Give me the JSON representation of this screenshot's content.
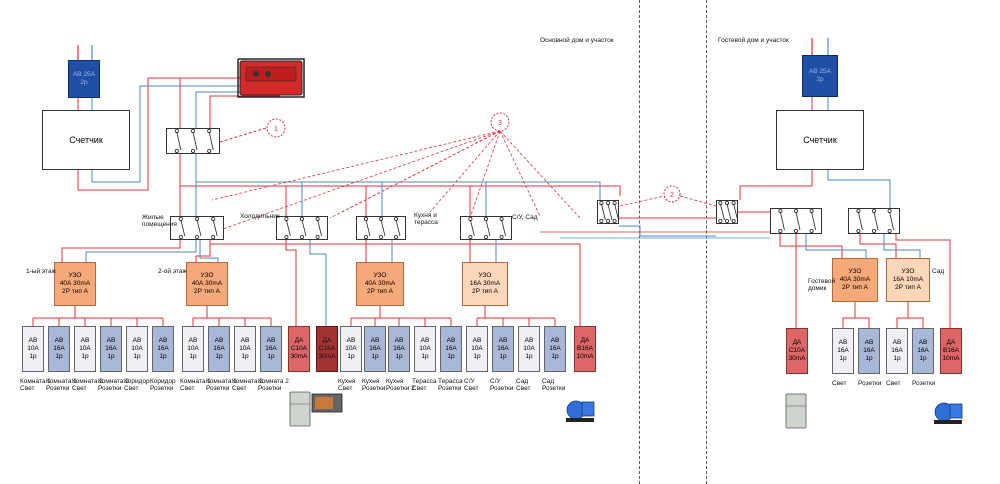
{
  "zones": {
    "main_title": "Основной дом и участок",
    "guest_title": "Гостевой дом и участок"
  },
  "main": {
    "intro_breaker": [
      "АВ 25А",
      "2р"
    ],
    "meter": "Счетчик",
    "callouts": [
      "1",
      "3"
    ],
    "group_labels": [
      "Жилые помещения",
      "Холодильник",
      "Кухня и террасса",
      "С/У, Сад"
    ],
    "floor_labels": [
      "1-ый этаж",
      "2-ой этаж"
    ],
    "uzo": [
      [
        "УЗО",
        "40А 30mA",
        "2Р  тип А"
      ],
      [
        "УЗО",
        "40А 30mA",
        "2Р  тип А"
      ],
      [
        "УЗО",
        "40А 30mA",
        "2Р  тип А"
      ],
      [
        "УЗО",
        "16А 30mA",
        "2Р  тип А"
      ]
    ],
    "breakers": [
      {
        "t": [
          "АВ 10А",
          "1р"
        ],
        "l": "Комната 1\nСвет",
        "k": "w"
      },
      {
        "t": [
          "АВ 16А",
          "1р"
        ],
        "l": "Комната 1\nРозетки",
        "k": "b"
      },
      {
        "t": [
          "АВ 10А",
          "1р"
        ],
        "l": "Комната 2\nСвет",
        "k": "w"
      },
      {
        "t": [
          "АВ 16А",
          "1р"
        ],
        "l": "Комната 2\nРозетки",
        "k": "b"
      },
      {
        "t": [
          "АВ 10А",
          "1р"
        ],
        "l": "Коридор\nСвет",
        "k": "w"
      },
      {
        "t": [
          "АВ 16А",
          "1р"
        ],
        "l": "Коридор\nРозетки",
        "k": "b"
      },
      {
        "t": [
          "АВ 10А",
          "1р"
        ],
        "l": "Комната 1\nСвет",
        "k": "w"
      },
      {
        "t": [
          "АВ 16А",
          "1р"
        ],
        "l": "Комната 1\nРозетки",
        "k": "b"
      },
      {
        "t": [
          "АВ 10А",
          "1р"
        ],
        "l": "Комната 2\nСвет",
        "k": "w"
      },
      {
        "t": [
          "АВ 16А",
          "1р"
        ],
        "l": "Комната 2\nРозетки",
        "k": "b"
      },
      {
        "t": [
          "ДА",
          "С10А",
          "30mA"
        ],
        "l": "",
        "k": "r"
      },
      {
        "t": [
          "ДА",
          "С16А",
          "30mA"
        ],
        "l": "",
        "k": "d"
      },
      {
        "t": [
          "АВ 10А",
          "1р"
        ],
        "l": "Кухня\nСвет",
        "k": "w"
      },
      {
        "t": [
          "АВ 16А",
          "1р"
        ],
        "l": "Кухня\nРозетки",
        "k": "b"
      },
      {
        "t": [
          "АВ 16А",
          "1р"
        ],
        "l": "Кухня\nРозетки 2",
        "k": "b"
      },
      {
        "t": [
          "АВ 10А",
          "1р"
        ],
        "l": "Терасса\nСвет",
        "k": "w"
      },
      {
        "t": [
          "АВ 16А",
          "1р"
        ],
        "l": "Терасса\nРозетки",
        "k": "b"
      },
      {
        "t": [
          "АВ 10А",
          "1р"
        ],
        "l": "С/У\nСвет",
        "k": "w"
      },
      {
        "t": [
          "АВ 16А",
          "1р"
        ],
        "l": "С/У\nРозетки",
        "k": "b"
      },
      {
        "t": [
          "АВ 10А",
          "1р"
        ],
        "l": "Сад\nСвет",
        "k": "w"
      },
      {
        "t": [
          "АВ 16А",
          "1р"
        ],
        "l": "Сад\nРозетки",
        "k": "b"
      },
      {
        "t": [
          "ДА",
          "В16А",
          "10mA"
        ],
        "l": "",
        "k": "r"
      }
    ]
  },
  "switch_callout": "2",
  "guest": {
    "intro_breaker": [
      "АВ 25А",
      "2р"
    ],
    "meter": "Счетчик",
    "group_labels": [
      "Гостевой домик",
      "Сад"
    ],
    "uzo": [
      [
        "УЗО",
        "40А 30mA",
        "2Р  тип А"
      ],
      [
        "УЗО",
        "16А 10mA",
        "2Р  тип А"
      ]
    ],
    "breakers": [
      {
        "t": [
          "ДА",
          "С10А",
          "30mA"
        ],
        "l": "",
        "k": "r"
      },
      {
        "t": [
          "АВ 16А",
          "1р"
        ],
        "l": "Свет",
        "k": "w"
      },
      {
        "t": [
          "АВ 16А",
          "1р"
        ],
        "l": "Розетки",
        "k": "b"
      },
      {
        "t": [
          "АВ 16А",
          "1р"
        ],
        "l": "Свет",
        "k": "w"
      },
      {
        "t": [
          "АВ 16А",
          "1р"
        ],
        "l": "Розетки",
        "k": "b"
      },
      {
        "t": [
          "ДА",
          "В16А",
          "10mA"
        ],
        "l": "",
        "k": "r"
      }
    ]
  },
  "colors": {
    "phase": "#e0303a",
    "neutral": "#4a8ac8",
    "intro": "#1f4fa6",
    "uzo": "#f5a878",
    "callout": "#e0303a"
  },
  "icons": [
    "generator-icon",
    "fridge-icon",
    "microwave-icon",
    "pump-icon"
  ]
}
